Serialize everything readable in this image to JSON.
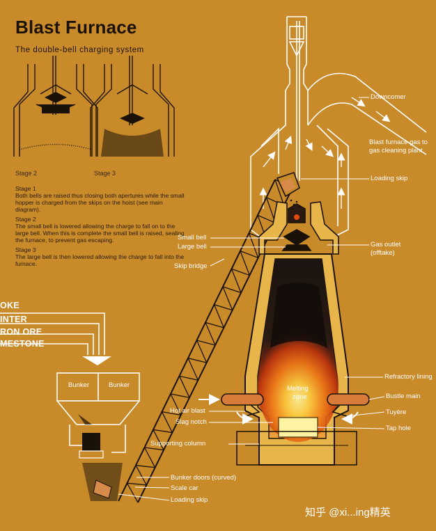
{
  "header": {
    "title": "Blast Furnace",
    "subtitle": "The double-bell charging system"
  },
  "stages": {
    "stage2_caption": "Stage 2",
    "stage3_caption": "Stage 3",
    "notes": [
      {
        "heading": "Stage 1",
        "text": "Both bells are raised thus closing both apertures while the small hopper is charged from the skips on the hoist (see main diagram)."
      },
      {
        "heading": "Stage 2",
        "text": "The small bell is lowered allowing the charge to fall on to the large bell. When this is complete the small bell is raised, sealing the furnace, to prevent gas escaping."
      },
      {
        "heading": "Stage 3",
        "text": "The large bell is then lowered allowing the charge to fall into the furnace."
      }
    ]
  },
  "materials": [
    "OKE",
    "INTER",
    "RON ORE",
    "MESTONE"
  ],
  "labels": {
    "downcomer": "Downcomer",
    "gas_to_plant_1": "Blast furnace gas to",
    "gas_to_plant_2": "gas cleaning plant",
    "loading_skip_top": "Loading skip",
    "small_bell": "Small bell",
    "large_bell": "Large bell",
    "gas_outlet_1": "Gas outlet",
    "gas_outlet_2": "(offtake)",
    "skip_bridge": "Skip bridge",
    "refractory_lining": "Refractory lining",
    "bunker_left": "Bunker",
    "bunker_right": "Bunker",
    "melting_1": "Melting",
    "melting_2": "zone",
    "bustle_main": "Bustle main",
    "hot_air_blast": "Hot air blast",
    "slag_notch": "Slag notch",
    "tuyere": "Tuyère",
    "tap_hole": "Tap hole",
    "supporting_column": "Supporting column",
    "bunker_doors": "Bunker doors (curved)",
    "scale_car": "Scale car",
    "loading_skip_bottom": "Loading skip"
  },
  "watermark": "知乎 @xi...ing精英",
  "colors": {
    "background": "#C98A2A",
    "line": "#ffffff",
    "outline": "#2a1a08",
    "refractory": "#E8B54A",
    "fire_core": "#FFF080",
    "fire_outer": "#E04A10"
  }
}
